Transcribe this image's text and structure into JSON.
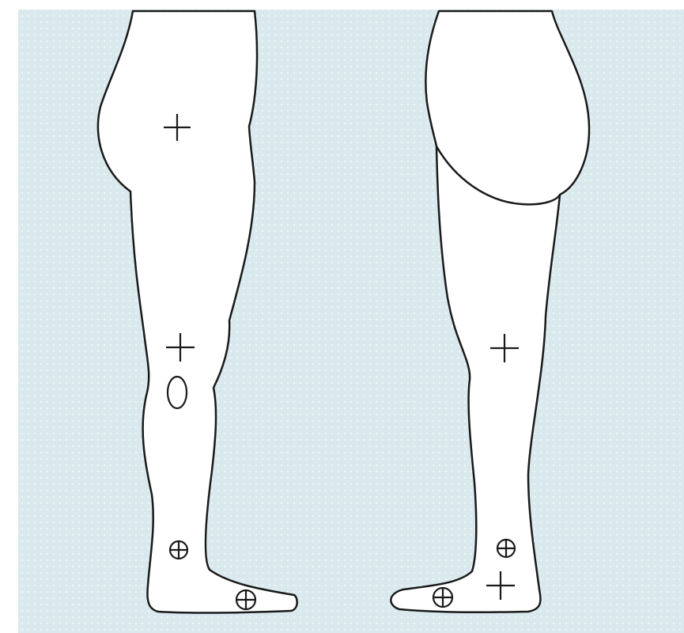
{
  "figure": {
    "background_color": "#d9e9ee",
    "dot_color": "#f3f8fa",
    "outline_color": "#1a1a1a",
    "fill_color": "#ffffff"
  },
  "legs": [
    {
      "view": "lateral",
      "markers": [
        {
          "symbol": "plus",
          "region": "thigh"
        },
        {
          "symbol": "plus",
          "region": "knee"
        },
        {
          "symbol": "oval",
          "region": "fibular head"
        },
        {
          "symbol": "circled-plus",
          "region": "ankle"
        },
        {
          "symbol": "circled-plus",
          "region": "foot"
        }
      ]
    },
    {
      "view": "medial",
      "markers": [
        {
          "symbol": "plus",
          "region": "knee"
        },
        {
          "symbol": "circled-plus",
          "region": "ankle"
        },
        {
          "symbol": "plus",
          "region": "heel"
        },
        {
          "symbol": "circled-plus",
          "region": "foot"
        }
      ]
    }
  ]
}
